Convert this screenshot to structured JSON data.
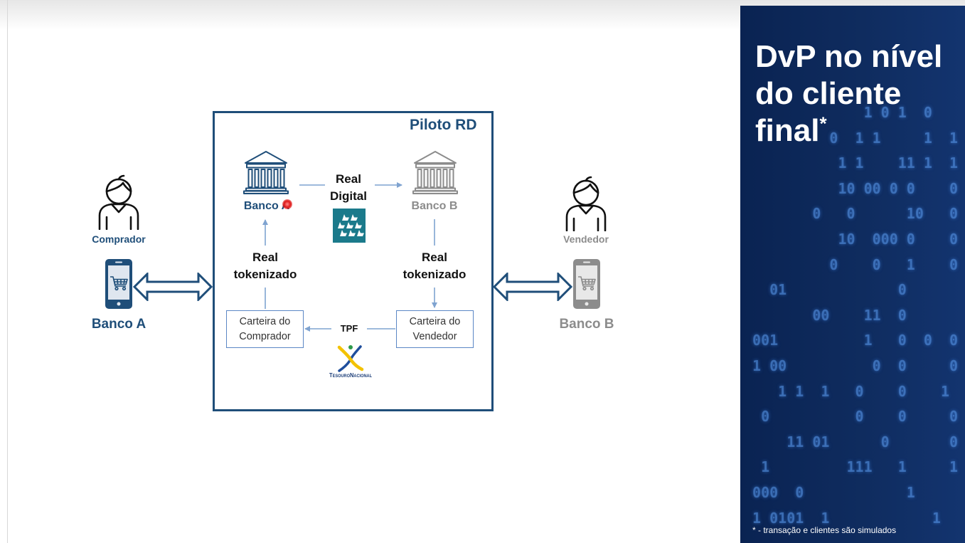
{
  "slide": {
    "title_lines": [
      "DvP no nível",
      "do cliente",
      "final"
    ],
    "title_asterisk": "*",
    "footnote": "* - transação e clientes são simulados",
    "background_binary_rows": [
      "              1 0 1  0    ",
      "          0  1 1     1  1 ",
      "           1 1    11 1  1 ",
      "           10 00 0 0    0 ",
      "        0   0      10   0 ",
      "           10  000 0    0 ",
      "          0    0   1    0 ",
      "   01             0       ",
      "        00    11  0       ",
      " 001          1   0  0  0 ",
      " 1 00          0  0     0 ",
      "    1 1  1   0    0    1  ",
      "  0          0    0     0 ",
      "     11 01      0       0 ",
      "  1         111   1     1 ",
      " 000  0            1      ",
      " 1 0101  1            1   "
    ]
  },
  "diagram": {
    "frame_label": "Piloto RD",
    "buyer": {
      "role_label": "Comprador",
      "bank_label": "Banco A"
    },
    "seller": {
      "role_label": "Vendedor",
      "bank_label": "Banco B"
    },
    "bank_a_label": "Banco A",
    "bank_b_label": "Banco B",
    "real_digital_label": [
      "Real",
      "Digital"
    ],
    "tokenized_left_label": [
      "Real",
      "tokenizado"
    ],
    "tokenized_right_label": [
      "Real",
      "tokenizado"
    ],
    "buyer_wallet_label": [
      "Carteira do",
      "Comprador"
    ],
    "seller_wallet_label": [
      "Carteira do",
      "Vendedor"
    ],
    "tpf_label": "TPF",
    "tesouro_logo_text": "TesouroNacional"
  },
  "icons": {
    "buyer_person": "person-outline-icon",
    "seller_person": "person-outline-icon",
    "buyer_phone": "smartphone-cart-icon",
    "seller_phone": "smartphone-cart-icon",
    "bank_a": "bank-building-icon",
    "bank_b": "bank-building-icon",
    "channel_arrows": "double-arrow-icon",
    "real_digital": "real-digital-logo",
    "tesouro": "tesouro-nacional-logo"
  },
  "colors": {
    "primary_blue": "#1f4e79",
    "inactive_gray": "#8c8c8c",
    "connector_blue": "#7fa3d0",
    "wallet_border": "#5b87c5",
    "real_digital_teal": "#1b7a8b",
    "panel_navy": "#0f2c5f",
    "pointer_red": "#e01818",
    "title_white": "#ffffff"
  }
}
